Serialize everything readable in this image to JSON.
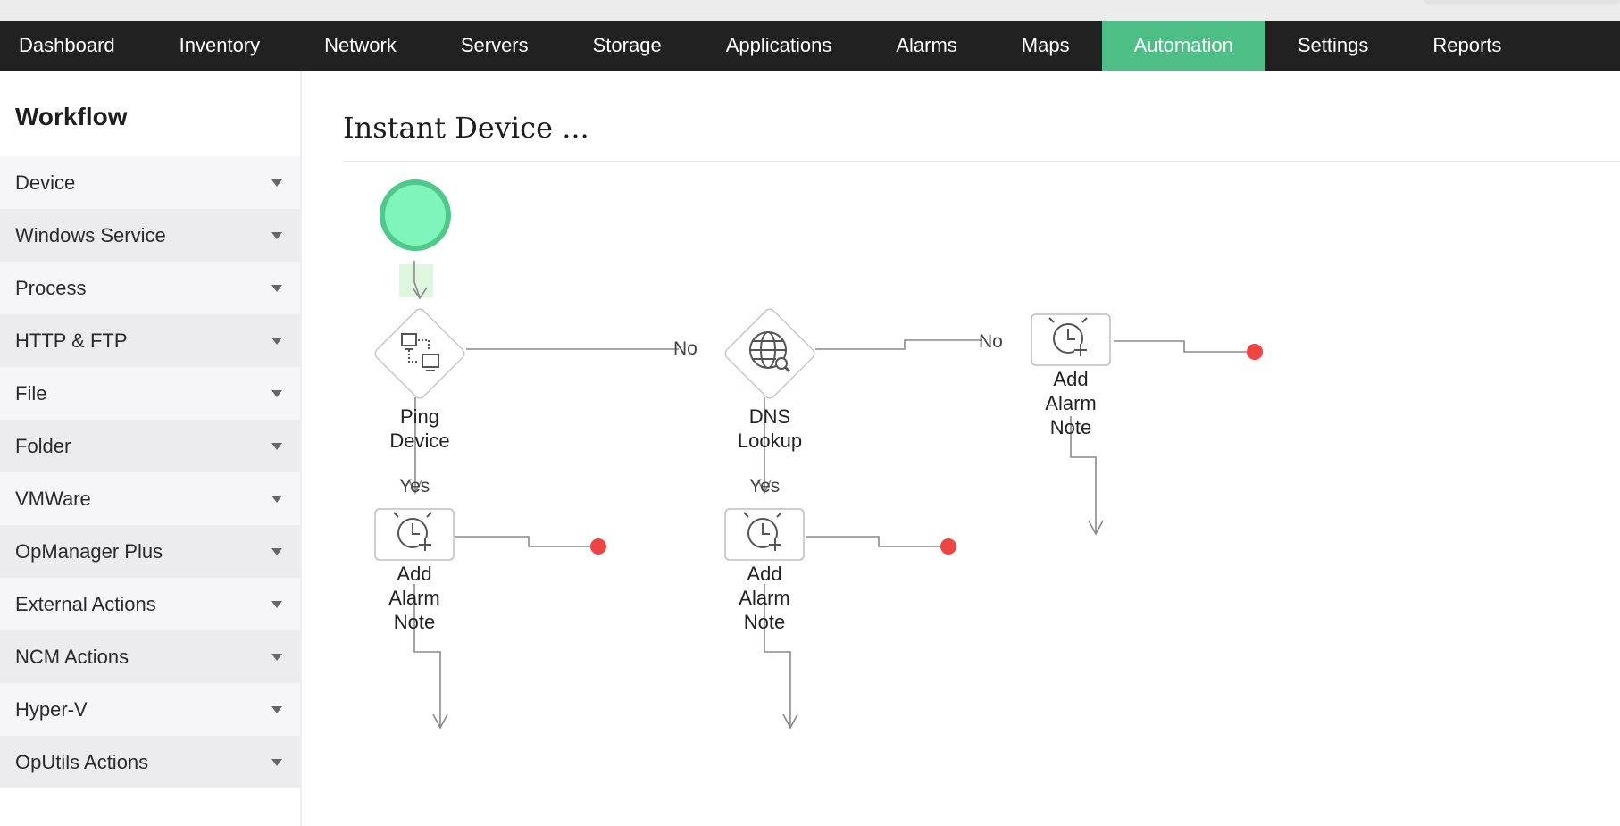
{
  "nav": {
    "items": [
      "Dashboard",
      "Inventory",
      "Network",
      "Servers",
      "Storage",
      "Applications",
      "Alarms",
      "Maps",
      "Automation",
      "Settings",
      "Reports"
    ],
    "active": "Automation"
  },
  "sidebar": {
    "title": "Workflow",
    "items": [
      "Device",
      "Windows Service",
      "Process",
      "HTTP & FTP",
      "File",
      "Folder",
      "VMWare",
      "OpManager Plus",
      "External Actions",
      "NCM Actions",
      "Hyper-V",
      "OpUtils Actions"
    ]
  },
  "main": {
    "title": "Instant Device ..."
  },
  "workflow": {
    "ping": {
      "line1": "Ping",
      "line2": "Device"
    },
    "dns": {
      "line1": "DNS",
      "line2": "Lookup"
    },
    "alarm": {
      "line1": "Add",
      "line2": "Alarm",
      "line3": "Note"
    },
    "yes_label": "Yes",
    "no_label": "No"
  },
  "colors": {
    "nav_bg": "#212121",
    "accent": "#4dbf86",
    "start_node": "#7ff5bb",
    "end_node": "#ef4444"
  }
}
